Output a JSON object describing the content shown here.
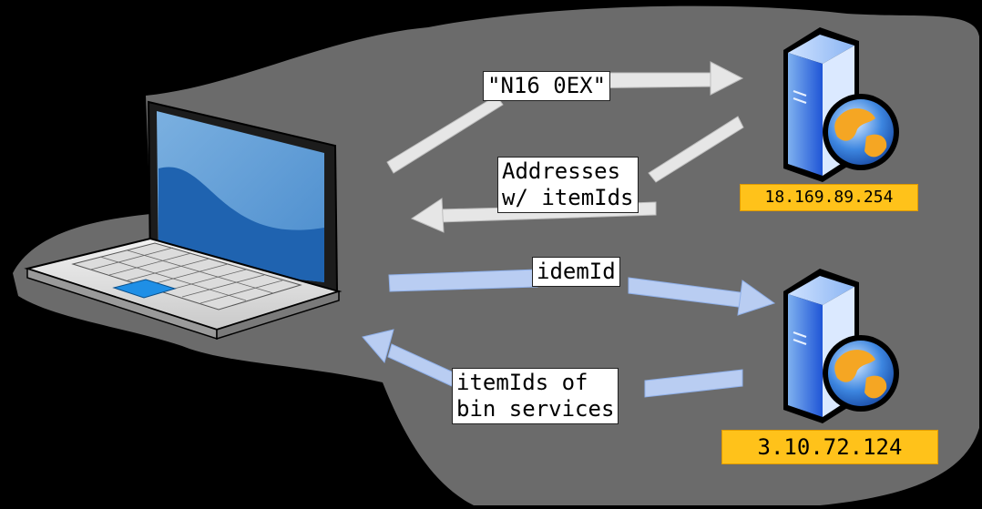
{
  "diagram": {
    "client": {
      "icon": "laptop-icon"
    },
    "servers": [
      {
        "icon": "web-server-icon",
        "ip": "18.169.89.254"
      },
      {
        "icon": "web-server-icon",
        "ip": "3.10.72.124"
      }
    ],
    "messages": [
      {
        "text": "\"N16 0EX\"",
        "direction": "client-to-server-1",
        "color": "#e6e6e6"
      },
      {
        "text": "Addresses\nw/ itemIds",
        "direction": "server-1-to-client",
        "color": "#e6e6e6"
      },
      {
        "text": "idemId",
        "direction": "client-to-server-2",
        "color": "#b9cdf2"
      },
      {
        "text": "itemIds of\nbin services",
        "direction": "server-2-to-client",
        "color": "#b9cdf2"
      }
    ]
  },
  "colors": {
    "background_panel": "#6b6b6b",
    "ip_badge": "#ffc21a",
    "arrow_gray": "#e6e6e6",
    "arrow_blue": "#b9cdf2"
  }
}
